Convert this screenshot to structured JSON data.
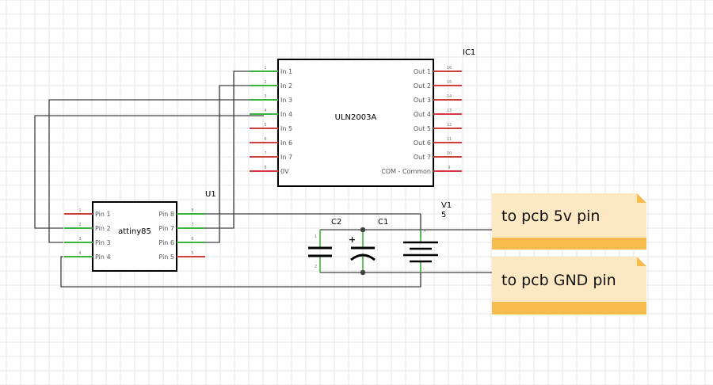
{
  "colors": {
    "grid": "#e6e6e6",
    "wire": "#404040",
    "pin_connected": "#3cb43c",
    "pin_unconnected": "#d23c3c",
    "note_fill": "#fde8c4",
    "note_band": "#f6bc4e"
  },
  "ic1": {
    "ref": "IC1",
    "name": "ULN2003A",
    "left_pins": [
      {
        "num": "1",
        "label": "In 1"
      },
      {
        "num": "2",
        "label": "In 2"
      },
      {
        "num": "3",
        "label": "In 3"
      },
      {
        "num": "4",
        "label": "In 4"
      },
      {
        "num": "5",
        "label": "In 5"
      },
      {
        "num": "6",
        "label": "In 6"
      },
      {
        "num": "7",
        "label": "In 7"
      },
      {
        "num": "8",
        "label": "0V"
      }
    ],
    "right_pins": [
      {
        "num": "16",
        "label": "Out 1"
      },
      {
        "num": "15",
        "label": "Out 2"
      },
      {
        "num": "14",
        "label": "Out 3"
      },
      {
        "num": "13",
        "label": "Out 4"
      },
      {
        "num": "12",
        "label": "Out 5"
      },
      {
        "num": "11",
        "label": "Out 6"
      },
      {
        "num": "10",
        "label": "Out 7"
      },
      {
        "num": "9",
        "label": "COM - Common"
      }
    ]
  },
  "u1": {
    "ref": "U1",
    "name": "attiny85",
    "left_pins": [
      {
        "num": "1",
        "label": "Pin 1"
      },
      {
        "num": "2",
        "label": "Pin 2"
      },
      {
        "num": "3",
        "label": "Pin 3"
      },
      {
        "num": "4",
        "label": "Pin 4"
      }
    ],
    "right_pins": [
      {
        "num": "8",
        "label": "Pin 8"
      },
      {
        "num": "7",
        "label": "Pin 7"
      },
      {
        "num": "6",
        "label": "Pin 6"
      },
      {
        "num": "5",
        "label": "Pin 5"
      }
    ]
  },
  "c2": {
    "ref": "C2",
    "pin1": "1",
    "pin2": "2"
  },
  "c1": {
    "ref": "C1",
    "plus": "+"
  },
  "v1": {
    "ref": "V1",
    "value": "5",
    "pin_top": "+",
    "pin_bottom": "-"
  },
  "notes": [
    {
      "text": "to pcb 5v pin"
    },
    {
      "text": "to pcb GND pin"
    }
  ]
}
